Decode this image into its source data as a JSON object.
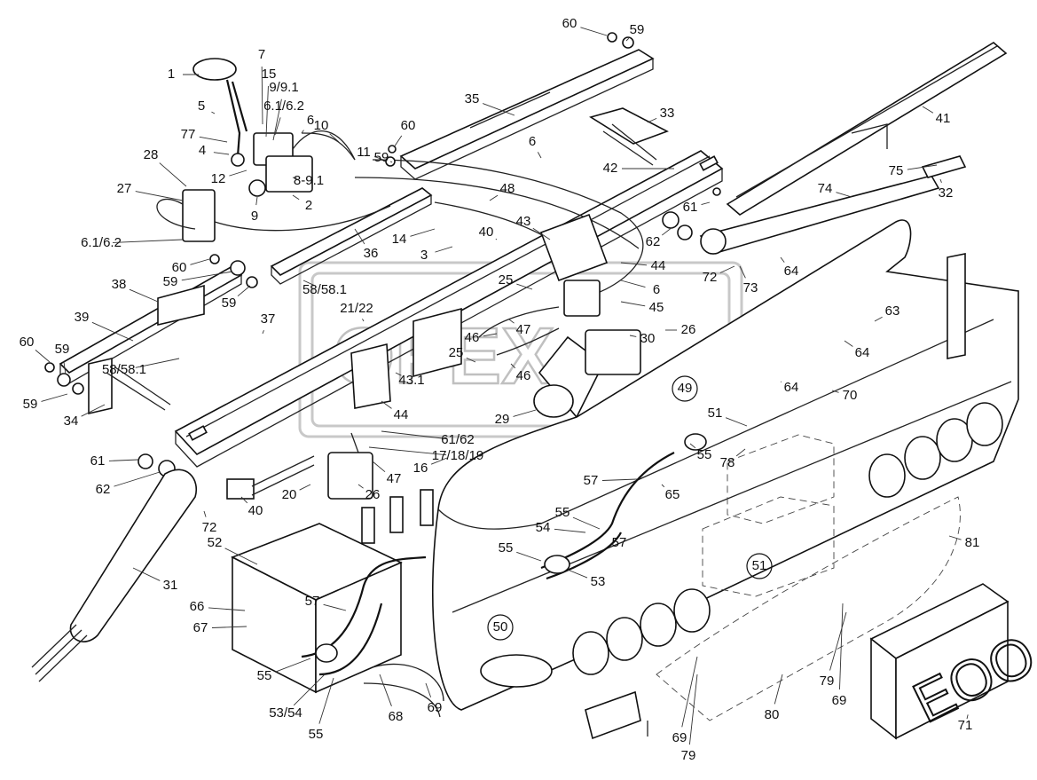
{
  "diagram": {
    "watermark_text": "OPEX",
    "sign_text": "EOO",
    "callouts": [
      {
        "id": "c-1",
        "text": "1"
      },
      {
        "id": "c-5",
        "text": "5"
      },
      {
        "id": "c-7",
        "text": "7"
      },
      {
        "id": "c-15",
        "text": "15"
      },
      {
        "id": "c-9-9-1",
        "text": "9/9.1"
      },
      {
        "id": "c-6-1-6-2-a",
        "text": "6.1/6.2"
      },
      {
        "id": "c-6-a",
        "text": "6"
      },
      {
        "id": "c-10",
        "text": "10"
      },
      {
        "id": "c-77",
        "text": "77"
      },
      {
        "id": "c-4",
        "text": "4"
      },
      {
        "id": "c-28",
        "text": "28"
      },
      {
        "id": "c-12",
        "text": "12"
      },
      {
        "id": "c-8-9-1",
        "text": "8-9.1"
      },
      {
        "id": "c-27",
        "text": "27"
      },
      {
        "id": "c-2",
        "text": "2"
      },
      {
        "id": "c-9",
        "text": "9"
      },
      {
        "id": "c-6-1-6-2-b",
        "text": "6.1/6.2"
      },
      {
        "id": "c-11",
        "text": "11"
      },
      {
        "id": "c-59-a",
        "text": "59"
      },
      {
        "id": "c-60-a",
        "text": "60"
      },
      {
        "id": "c-60-top",
        "text": "60"
      },
      {
        "id": "c-59-top",
        "text": "59"
      },
      {
        "id": "c-35",
        "text": "35"
      },
      {
        "id": "c-33",
        "text": "33"
      },
      {
        "id": "c-41",
        "text": "41"
      },
      {
        "id": "c-6-b",
        "text": "6"
      },
      {
        "id": "c-42",
        "text": "42"
      },
      {
        "id": "c-48",
        "text": "48"
      },
      {
        "id": "c-75",
        "text": "75"
      },
      {
        "id": "c-32",
        "text": "32"
      },
      {
        "id": "c-74",
        "text": "74"
      },
      {
        "id": "c-61-a",
        "text": "61"
      },
      {
        "id": "c-43",
        "text": "43"
      },
      {
        "id": "c-62-a",
        "text": "62"
      },
      {
        "id": "c-14",
        "text": "14"
      },
      {
        "id": "c-40-a",
        "text": "40"
      },
      {
        "id": "c-3",
        "text": "3"
      },
      {
        "id": "c-36",
        "text": "36"
      },
      {
        "id": "c-60-b",
        "text": "60"
      },
      {
        "id": "c-59-b",
        "text": "59"
      },
      {
        "id": "c-44-a",
        "text": "44"
      },
      {
        "id": "c-72-a",
        "text": "72"
      },
      {
        "id": "c-73",
        "text": "73"
      },
      {
        "id": "c-64-a",
        "text": "64"
      },
      {
        "id": "c-38",
        "text": "38"
      },
      {
        "id": "c-59-c",
        "text": "59"
      },
      {
        "id": "c-58-a",
        "text": "58/58.1"
      },
      {
        "id": "c-25-a",
        "text": "25"
      },
      {
        "id": "c-6-c",
        "text": "6"
      },
      {
        "id": "c-21-22",
        "text": "21/22"
      },
      {
        "id": "c-45",
        "text": "45"
      },
      {
        "id": "c-63",
        "text": "63"
      },
      {
        "id": "c-39",
        "text": "39"
      },
      {
        "id": "c-37",
        "text": "37"
      },
      {
        "id": "c-47-a",
        "text": "47"
      },
      {
        "id": "c-26-a",
        "text": "26"
      },
      {
        "id": "c-60-c",
        "text": "60"
      },
      {
        "id": "c-59-d",
        "text": "59"
      },
      {
        "id": "c-46-a",
        "text": "46"
      },
      {
        "id": "c-30",
        "text": "30"
      },
      {
        "id": "c-64-b",
        "text": "64"
      },
      {
        "id": "c-58-b",
        "text": "58/58.1"
      },
      {
        "id": "c-25-b",
        "text": "25"
      },
      {
        "id": "c-43-1",
        "text": "43.1"
      },
      {
        "id": "c-46-b",
        "text": "46"
      },
      {
        "id": "c-49",
        "text": "49"
      },
      {
        "id": "c-64-c",
        "text": "64"
      },
      {
        "id": "c-70",
        "text": "70"
      },
      {
        "id": "c-59-e",
        "text": "59"
      },
      {
        "id": "c-44-b",
        "text": "44"
      },
      {
        "id": "c-29",
        "text": "29"
      },
      {
        "id": "c-51-a",
        "text": "51"
      },
      {
        "id": "c-34",
        "text": "34"
      },
      {
        "id": "c-61-62",
        "text": "61/62"
      },
      {
        "id": "c-17-18-19",
        "text": "17/18/19"
      },
      {
        "id": "c-55-a",
        "text": "55"
      },
      {
        "id": "c-78",
        "text": "78"
      },
      {
        "id": "c-61-b",
        "text": "61"
      },
      {
        "id": "c-16",
        "text": "16"
      },
      {
        "id": "c-57-a",
        "text": "57"
      },
      {
        "id": "c-65",
        "text": "65"
      },
      {
        "id": "c-62-b",
        "text": "62"
      },
      {
        "id": "c-47-b",
        "text": "47"
      },
      {
        "id": "c-20",
        "text": "20"
      },
      {
        "id": "c-26-b",
        "text": "26"
      },
      {
        "id": "c-40-b",
        "text": "40"
      },
      {
        "id": "c-55-b",
        "text": "55"
      },
      {
        "id": "c-72-b",
        "text": "72"
      },
      {
        "id": "c-54",
        "text": "54"
      },
      {
        "id": "c-52",
        "text": "52"
      },
      {
        "id": "c-57-b",
        "text": "57"
      },
      {
        "id": "c-55-c",
        "text": "55"
      },
      {
        "id": "c-53-a",
        "text": "53"
      },
      {
        "id": "c-81",
        "text": "81"
      },
      {
        "id": "c-51-b",
        "text": "51"
      },
      {
        "id": "c-31",
        "text": "31"
      },
      {
        "id": "c-66",
        "text": "66"
      },
      {
        "id": "c-57-c",
        "text": "57"
      },
      {
        "id": "c-67",
        "text": "67"
      },
      {
        "id": "c-50",
        "text": "50"
      },
      {
        "id": "c-79-a",
        "text": "79"
      },
      {
        "id": "c-69-a",
        "text": "69"
      },
      {
        "id": "c-55-d",
        "text": "55"
      },
      {
        "id": "c-53-54",
        "text": "53/54"
      },
      {
        "id": "c-68",
        "text": "68"
      },
      {
        "id": "c-69-b",
        "text": "69"
      },
      {
        "id": "c-80",
        "text": "80"
      },
      {
        "id": "c-55-e",
        "text": "55"
      },
      {
        "id": "c-69-c",
        "text": "69"
      },
      {
        "id": "c-71",
        "text": "71"
      },
      {
        "id": "c-79-b",
        "text": "79"
      }
    ]
  }
}
